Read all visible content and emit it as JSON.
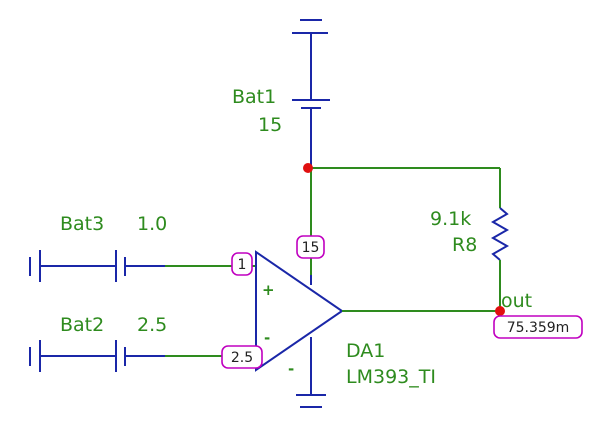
{
  "components": {
    "bat1": {
      "name": "Bat1",
      "value": "15"
    },
    "bat2": {
      "name": "Bat2",
      "value": "2.5"
    },
    "bat3": {
      "name": "Bat3",
      "value": "1.0"
    },
    "r8": {
      "name": "R8",
      "value": "9.1k"
    },
    "da1": {
      "name": "DA1",
      "part": "LM393_TI",
      "plus": "+",
      "minus": "-",
      "gnd_mark": "-"
    }
  },
  "nodes": {
    "out": {
      "label": "out",
      "voltage": "75.359m"
    },
    "inplus": {
      "voltage": "1"
    },
    "inminus": {
      "voltage": "2.5"
    },
    "supply": {
      "voltage": "15"
    }
  },
  "colors": {
    "wire_blue": "#1a27a8",
    "wire_green": "#2e8b1e",
    "junction": "#e01010",
    "tag_border": "#c000c0"
  }
}
